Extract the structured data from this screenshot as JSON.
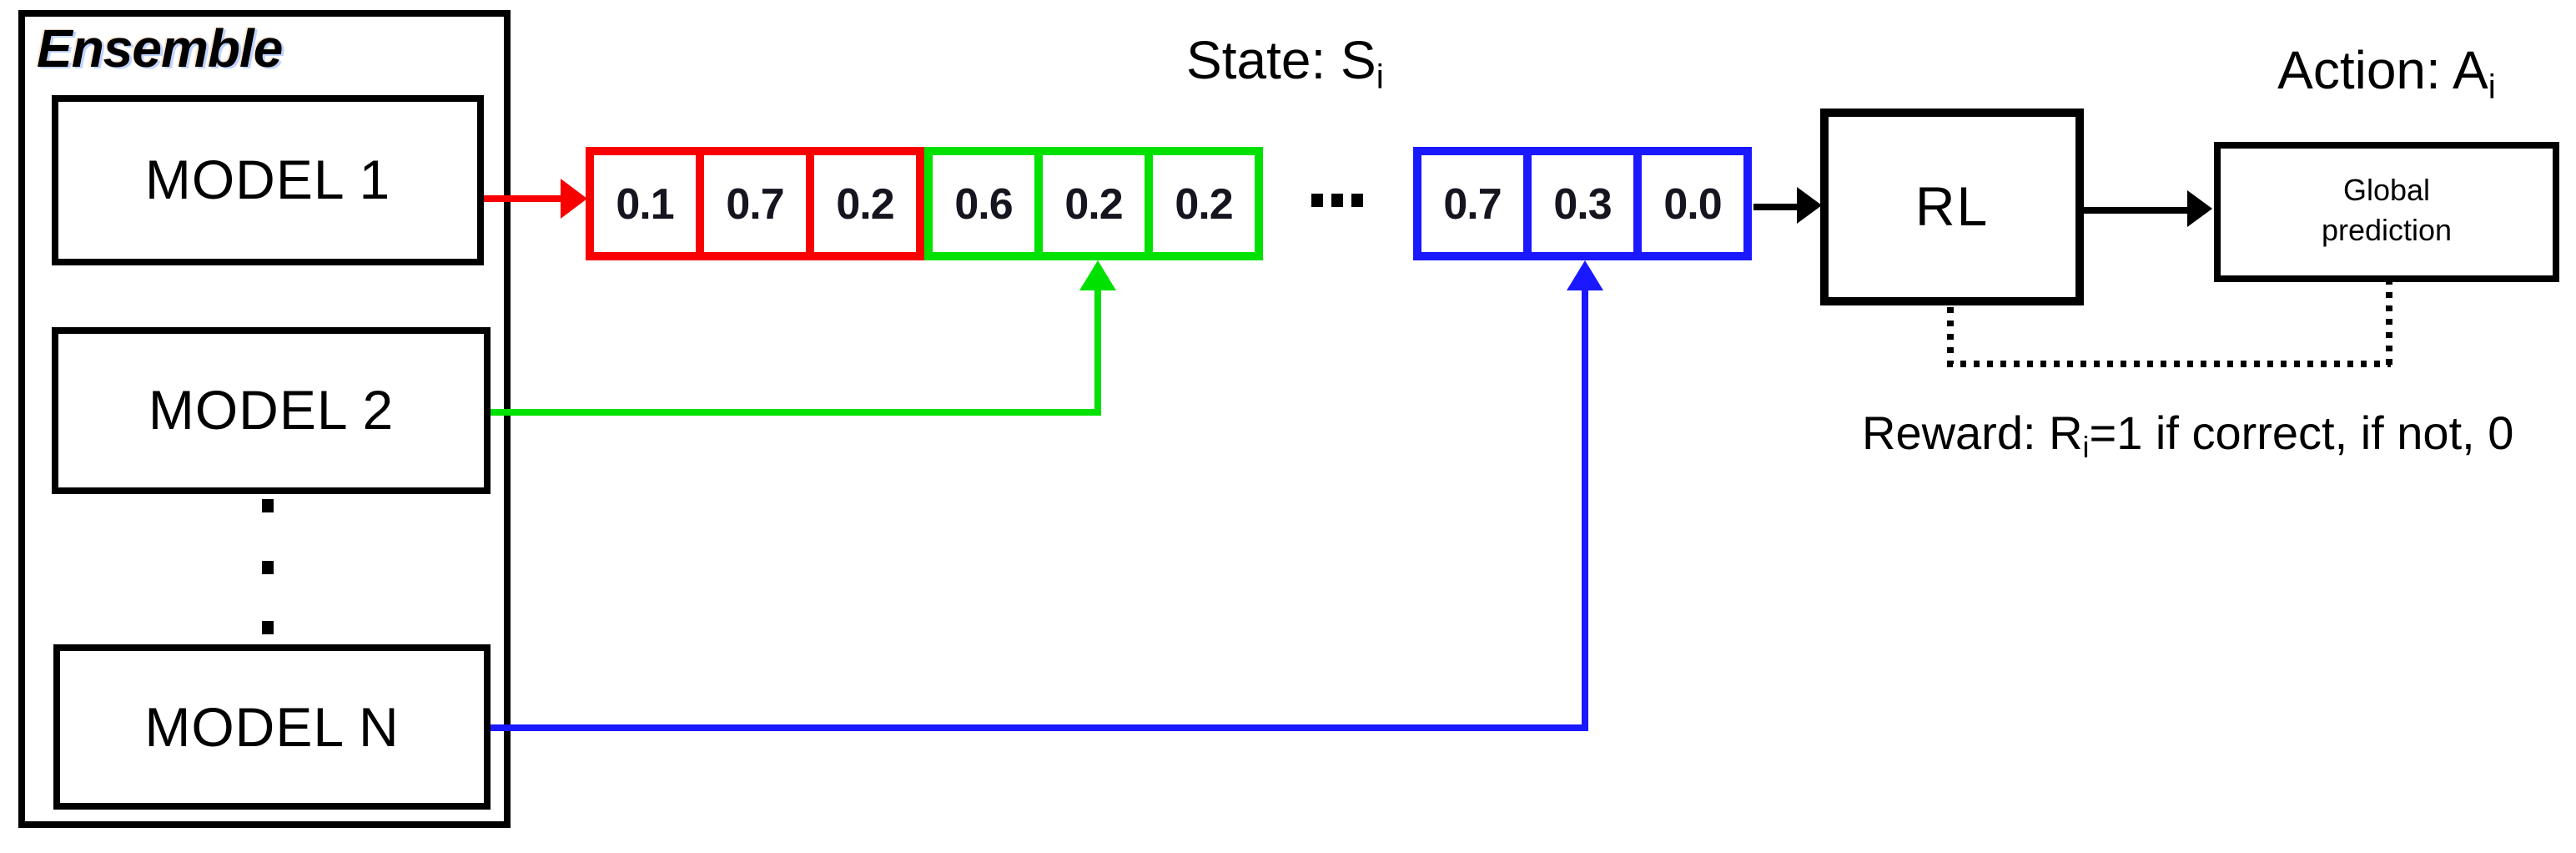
{
  "diagram": {
    "ensemble": {
      "title": "Ensemble",
      "models": [
        {
          "label": "MODEL 1"
        },
        {
          "label": "MODEL 2"
        },
        {
          "label": "MODEL N"
        }
      ]
    },
    "state": {
      "label_prefix": "State: S",
      "label_sub": "i",
      "red_values": [
        "0.1",
        "0.7",
        "0.2"
      ],
      "green_values": [
        "0.6",
        "0.2",
        "0.2"
      ],
      "blue_values": [
        "0.7",
        "0.3",
        "0.0"
      ]
    },
    "rl_box": {
      "label": "RL"
    },
    "global_box": {
      "line1": "Global",
      "line2": "prediction"
    },
    "action": {
      "label_prefix": "Action: A",
      "label_sub": "i"
    },
    "reward": {
      "prefix": "Reward: R",
      "sub": "i",
      "suffix": "=1 if correct, if not, 0"
    },
    "colors": {
      "red": "#f80000",
      "green": "#00e100",
      "blue": "#1a18ff"
    }
  }
}
